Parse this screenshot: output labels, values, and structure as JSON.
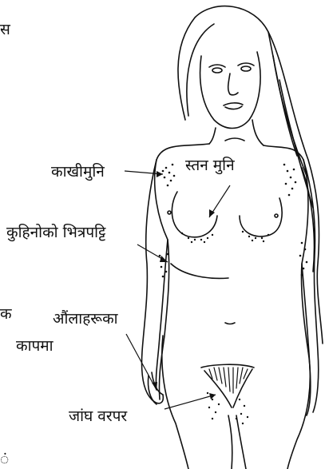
{
  "labels": {
    "edge_top": "स",
    "underarm": "काखीमुनि",
    "under_breast": "स्तन मुनि",
    "inner_elbow": "कुहिनोको भित्रपट्टि",
    "edge_mid": "क",
    "between_fingers": "औंलाहरूका",
    "between_fingers_2": "कापमा",
    "upper_thigh": "जांघ वरपर",
    "edge_bottom": "ं"
  },
  "colors": {
    "ink": "#111111",
    "paper": "#ffffff"
  }
}
